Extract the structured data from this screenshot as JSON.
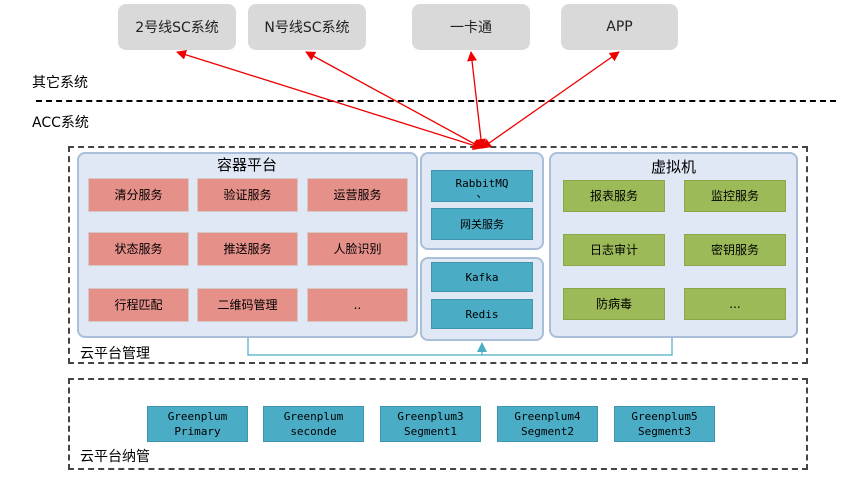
{
  "external": [
    "2号线SC系统",
    "N号线SC系统",
    "一卡通",
    "APP"
  ],
  "labels": {
    "other_systems": "其它系统",
    "acc": "ACC系统",
    "cloud_mgmt": "云平台管理",
    "cloud_host": "云平台纳管"
  },
  "container": {
    "title": "容器平台",
    "services": [
      "清分服务",
      "验证服务",
      "运营服务",
      "状态服务",
      "推送服务",
      "人脸识别",
      "行程匹配",
      "二维码管理",
      ".."
    ]
  },
  "middleware": {
    "rabbitmq": "RabbitMQ",
    "rabbitmq_dot": "、",
    "gateway": "网关服务",
    "kafka": "Kafka",
    "redis": "Redis"
  },
  "vm": {
    "title": "虚拟机",
    "services": [
      "报表服务",
      "监控服务",
      "日志审计",
      "密钥服务",
      "防病毒",
      "..."
    ]
  },
  "greenplum": [
    "Greenplum\nPrimary",
    "Greenplum\nseconde",
    "Greenplum3\nSegment1",
    "Greenplum4\nSegment2",
    "Greenplum5\nSegment3"
  ],
  "colors": {
    "arrow": "#ee0000",
    "connector": "#4bacc6",
    "service_red": "#e6908a",
    "service_green": "#9cbb58",
    "service_teal": "#4bacc6",
    "panel": "#dfe8f4"
  }
}
